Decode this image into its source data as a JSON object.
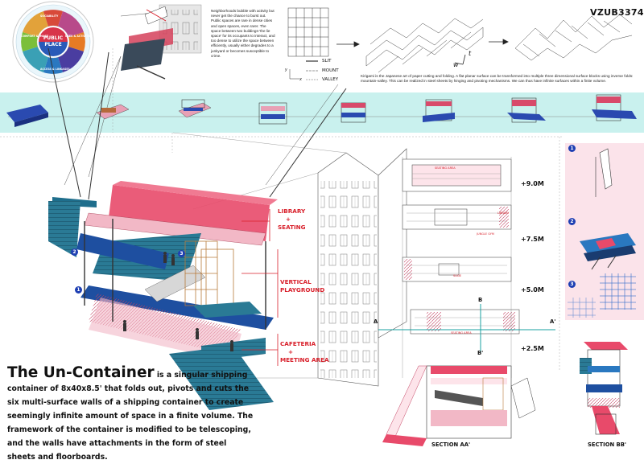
{
  "project_code": "VZUB3374",
  "neighborhood_note": "Neighborhoods bubble with activity but never get the chance to burst out. Public spaces are rare in dense cities and open spaces, even rarer. The space between two buildings-'the lie space' for its occupants to interact, and too dense to utilize the space between efficiently, usually either degrades to a junkyard or becomes susceptible to crime.",
  "wheel": {
    "center_top": "PUBLIC",
    "center_bottom": "PLACE",
    "segments": [
      "SOCIABILITY",
      "USES & ACTIVITIES",
      "ACCESS & LINKAGES",
      "COMFORT & IMAGE"
    ]
  },
  "fold_legend": {
    "slit": "SLIT",
    "mount": "MOUNT",
    "valley": "VALLEY",
    "axis_y": "y",
    "axis_x": "x",
    "axis_w": "w",
    "axis_t": "t"
  },
  "kirigami_note": "Kirigami is the Japanese art of paper cutting and folding. A flat planar surface can be transformed into multiple three dimensional surface blocks using inverse folds: mountain-valley. This can be realized in steel sheets by hinging and pivoting mechanisms. We can thus have infinite surfaces within a finite volume.",
  "programs": {
    "library": [
      "LIBRARY",
      "+",
      "SEATING"
    ],
    "playground": [
      "VERTICAL",
      "PLAYGROUND"
    ],
    "cafeteria": [
      "CAFETERIA",
      "+",
      "MEETING AREA"
    ]
  },
  "badges": [
    "1",
    "2",
    "3"
  ],
  "levels": [
    "+9.0M",
    "+7.5M",
    "+5.0M",
    "+2.5M"
  ],
  "plan_labels": {
    "seating_area": "SEATING AREA",
    "jungle_gym": "JUNGLE GYM",
    "slide": "SLIDE",
    "library": "LIBRARY",
    "seating_area_2": "SEATING AREA",
    "cut_a": "A",
    "cut_a2": "A'",
    "cut_b": "B",
    "cut_b2": "B'"
  },
  "title": "The Un-Container",
  "description_lead": "The Un-Container",
  "description_rest": "is a singular shipping container of 8x40x8.5' that folds out, pivots and cuts the six multi-surface walls of a shipping container to create seemingly infinite amount of space in a finite volume. The framework of the container is modified to be telescoping, and the walls have attachments in the form of steel sheets and floorboards.",
  "section_aa": "SECTION AA'",
  "section_bb": "SECTION BB'",
  "colors": {
    "accent_red": "#d81f2a",
    "band": "#c9f1ee",
    "blue": "#1e4fa0",
    "pink": "#f2b8c6",
    "teal": "#1f6e8c"
  }
}
